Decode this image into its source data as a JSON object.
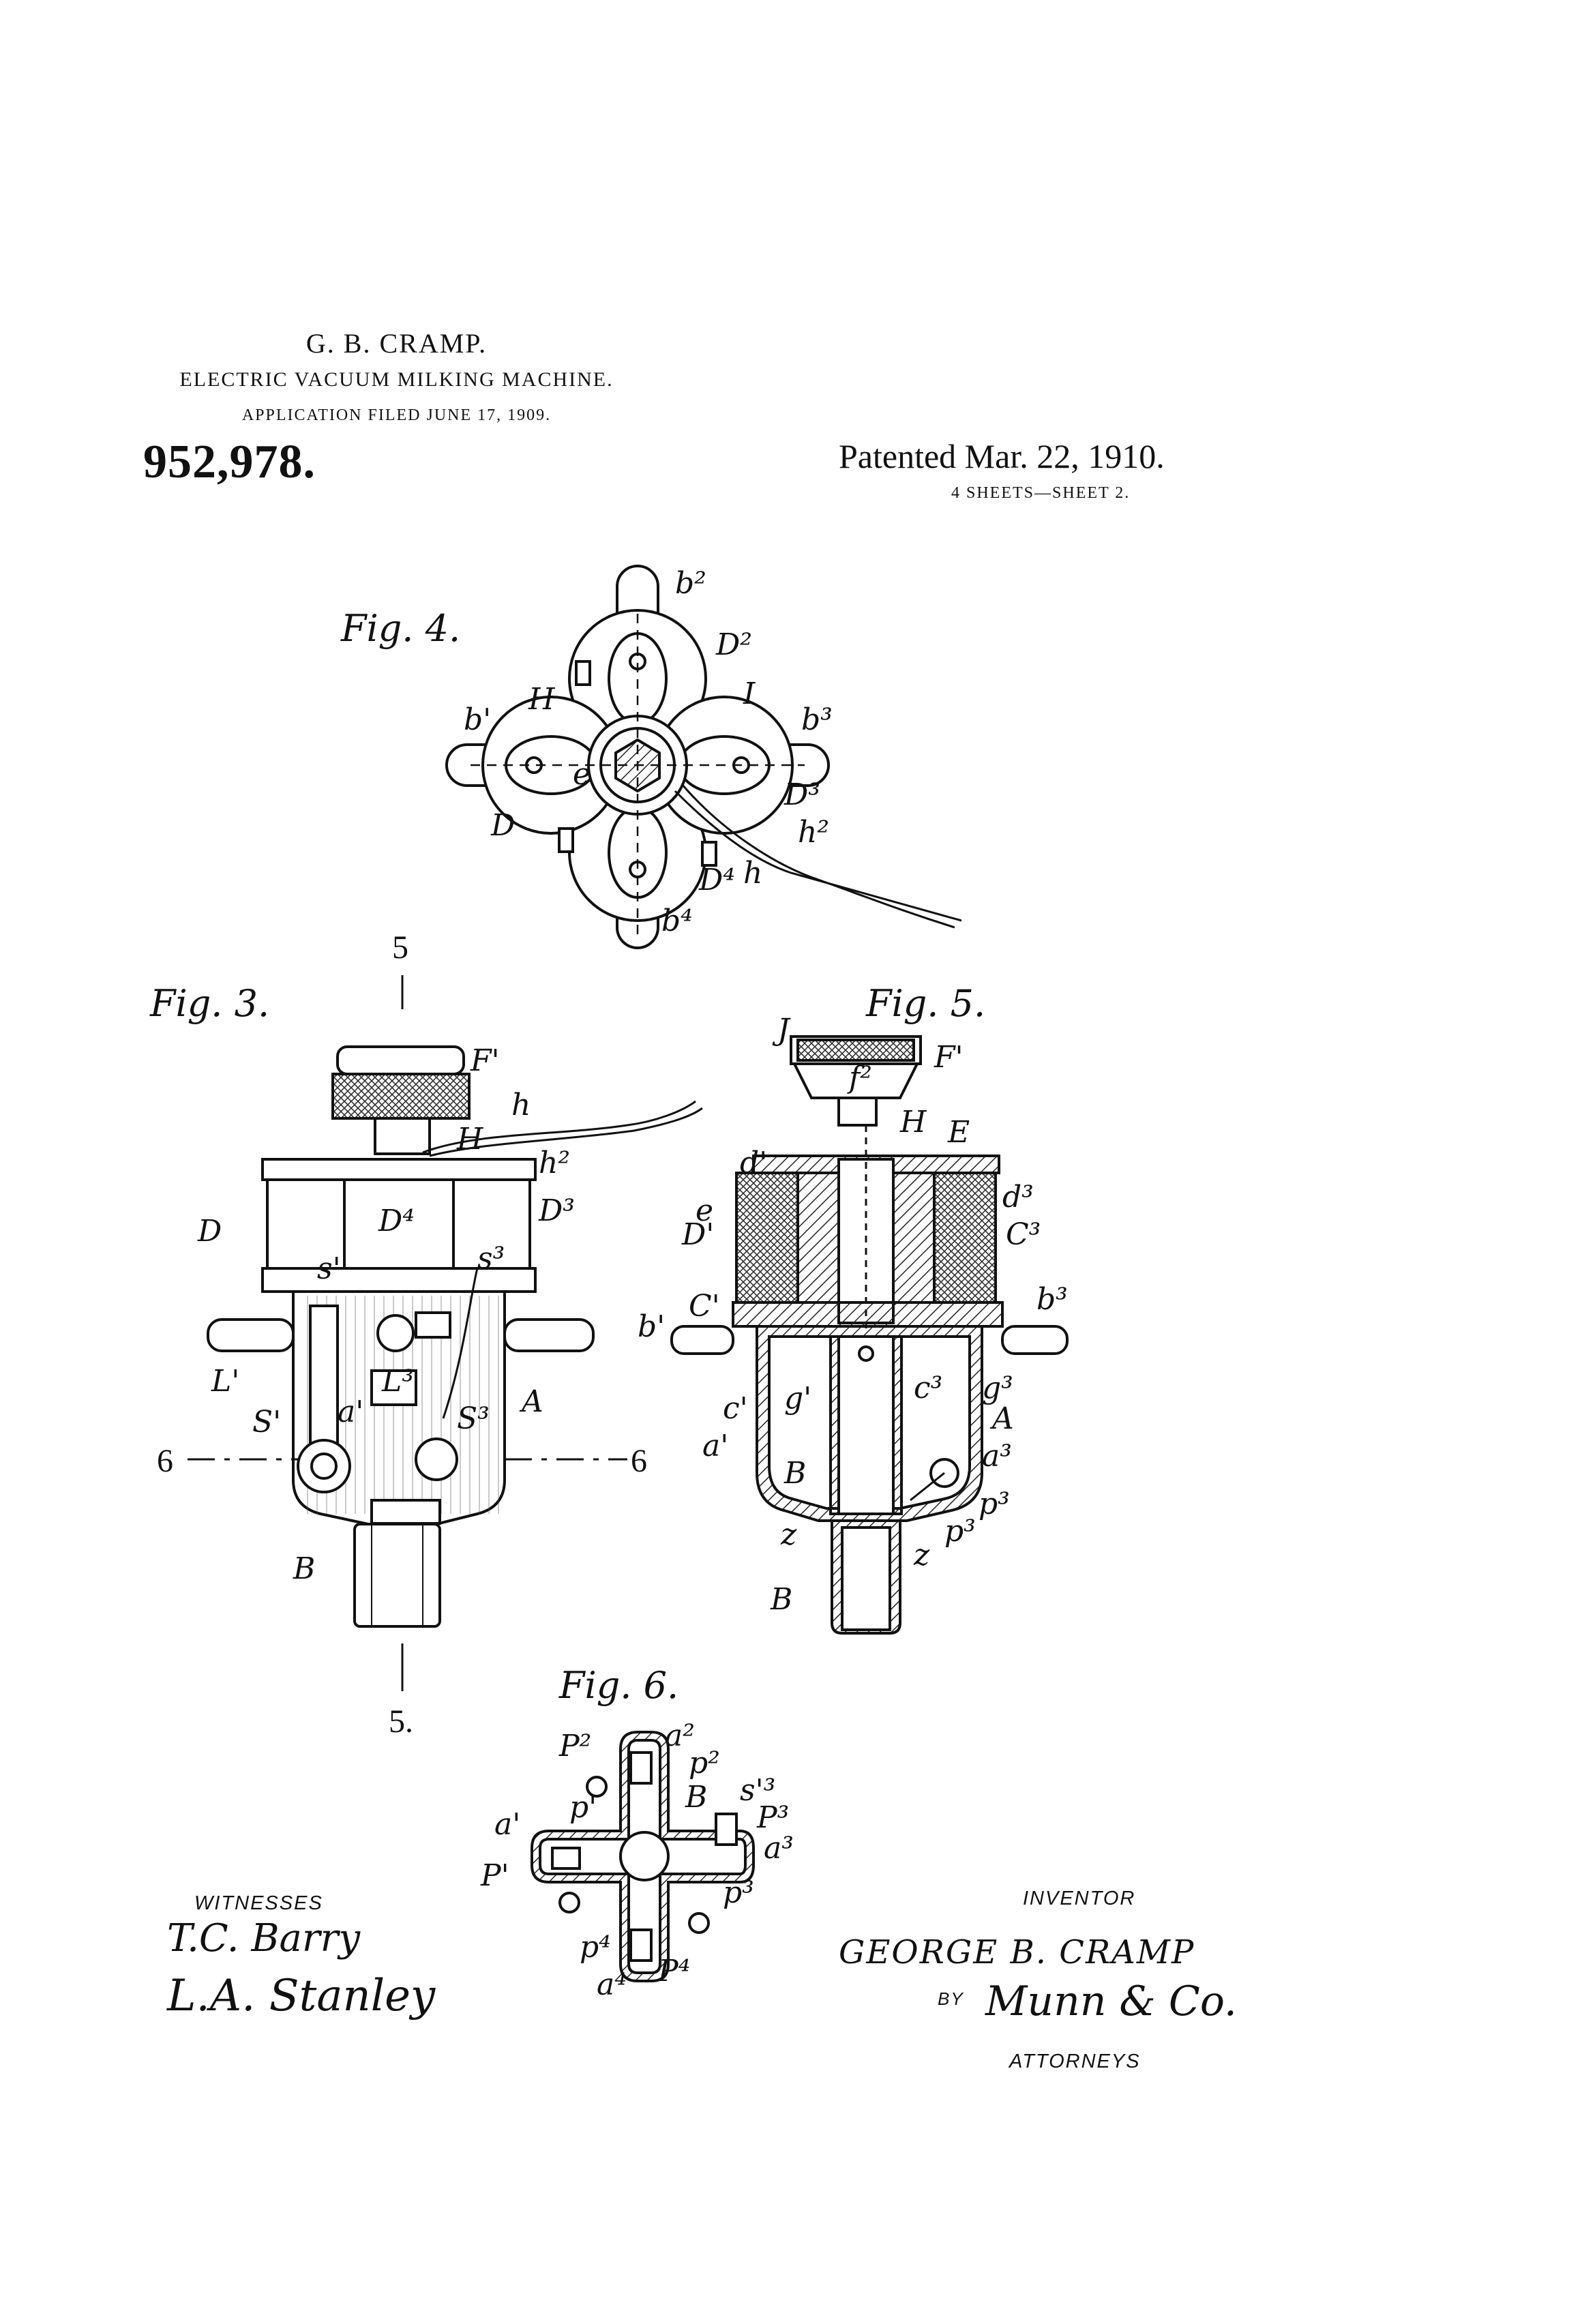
{
  "header": {
    "inventor": "G. B. CRAMP.",
    "title": "ELECTRIC VACUUM MILKING MACHINE.",
    "application": "APPLICATION FILED JUNE 17, 1909.",
    "patent_number": "952,978.",
    "patented": "Patented Mar. 22, 1910.",
    "sheets": "4 SHEETS—SHEET 2."
  },
  "figures": {
    "fig4": {
      "caption": "Fig. 4.",
      "labels": {
        "b2": "b²",
        "D2": "D²",
        "H": "H",
        "I": "I",
        "b1": "b'",
        "b3": "b³",
        "e": "e",
        "D3": "D³",
        "h2": "h²",
        "D": "D",
        "D4": "D⁴",
        "h": "h",
        "b4": "b⁴"
      }
    },
    "fig3": {
      "caption": "Fig. 3.",
      "labels": {
        "five_top": "5",
        "five_bottom": "5.",
        "F1": "F'",
        "h": "h",
        "H": "H",
        "h2": "h²",
        "D": "D",
        "D4": "D⁴",
        "D3": "D³",
        "s1": "s'",
        "s3": "s³",
        "L1": "L'",
        "L3": "L³",
        "S1": "S'",
        "S3": "S³",
        "A": "A",
        "a1": "a'",
        "six_left": "6",
        "six_right": "6",
        "B": "B"
      }
    },
    "fig5": {
      "caption": "Fig. 5.",
      "labels": {
        "J": "J",
        "F1": "F'",
        "f2": "f²",
        "H": "H",
        "E": "E",
        "d1": "d'",
        "d3": "d³",
        "e": "e",
        "C3": "C³",
        "D1": "D'",
        "b1": "b'",
        "C1": "C'",
        "b3": "b³",
        "c1": "c'",
        "g1": "g'",
        "c3": "c³",
        "g3": "g³",
        "A": "A",
        "a1": "a'",
        "a3": "a³",
        "B_upper": "B",
        "p3_a": "p³",
        "p3_b": "p³",
        "z_a": "z",
        "z_b": "z",
        "B_lower": "B"
      }
    },
    "fig6": {
      "caption": "Fig. 6.",
      "labels": {
        "P2": "P²",
        "a2": "a²",
        "p2": "p²",
        "B": "B",
        "s13": "s'³",
        "P3": "P³",
        "a1": "a'",
        "p1": "p'",
        "a3": "a³",
        "P1": "P'",
        "p3": "p³",
        "p4": "p⁴",
        "a4": "a⁴",
        "P4": "P⁴"
      }
    }
  },
  "footer": {
    "witnesses_label": "WITNESSES",
    "witness_1": "T.C. Barry",
    "witness_2": "L.A. Stanley",
    "inventor_label": "INVENTOR",
    "inventor_name": "GEORGE B. CRAMP",
    "by": "BY",
    "attorney_signature": "Munn & Co.",
    "attorneys_label": "ATTORNEYS"
  }
}
